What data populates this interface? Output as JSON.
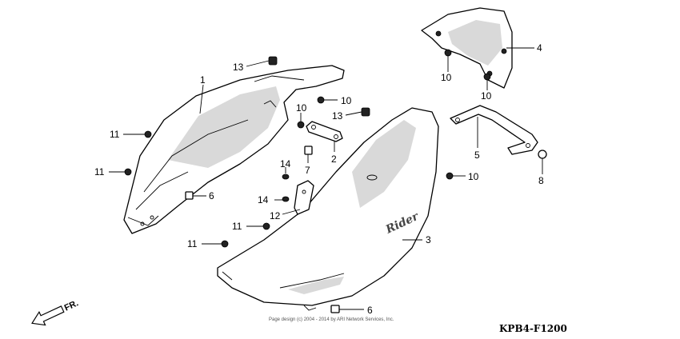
{
  "callouts": {
    "c1": "1",
    "c2": "2",
    "c3": "3",
    "c4": "4",
    "c5": "5",
    "c6a": "6",
    "c6b": "6",
    "c7": "7",
    "c8": "8",
    "c10a": "10",
    "c10b": "10",
    "c10c": "10",
    "c10d": "10",
    "c10e": "10",
    "c11a": "11",
    "c11b": "11",
    "c11c": "11",
    "c11d": "11",
    "c12": "12",
    "c13a": "13",
    "c13b": "13",
    "c14a": "14",
    "c14b": "14"
  },
  "front_marker": "FR.",
  "copyright": "Page design (c) 2004 - 2014 by ARI Network Services, Inc.",
  "diagram_code": "KPB4-F1200"
}
